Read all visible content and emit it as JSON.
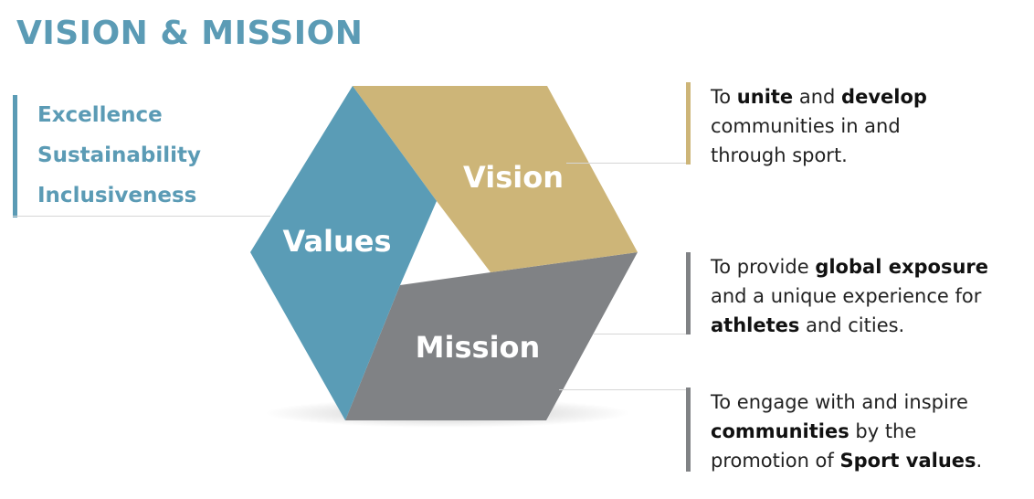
{
  "title": "VISION & MISSION",
  "values_list": [
    "Excellence",
    "Sustainability",
    "Inclusiveness"
  ],
  "segments": {
    "values": {
      "label": "Values",
      "color": "#5a9cb6"
    },
    "vision": {
      "label": "Vision",
      "color": "#cdb578"
    },
    "mission": {
      "label": "Mission",
      "color": "#808285"
    }
  },
  "statements": {
    "vision": [
      [
        {
          "t": "To "
        },
        {
          "t": "unite",
          "b": true
        },
        {
          "t": " and "
        },
        {
          "t": "develop",
          "b": true
        }
      ],
      [
        {
          "t": "communities in and"
        }
      ],
      [
        {
          "t": "through sport."
        }
      ]
    ],
    "mission_1": [
      [
        {
          "t": "To provide "
        },
        {
          "t": "global exposure",
          "b": true
        }
      ],
      [
        {
          "t": "and a unique experience for"
        }
      ],
      [
        {
          "t": "athletes",
          "b": true
        },
        {
          "t": " and cities."
        }
      ]
    ],
    "mission_2": [
      [
        {
          "t": "To engage with and inspire"
        }
      ],
      [
        {
          "t": "communities",
          "b": true
        },
        {
          "t": " by the"
        }
      ],
      [
        {
          "t": "promotion of "
        },
        {
          "t": "Sport values",
          "b": true
        },
        {
          "t": "."
        }
      ]
    ]
  }
}
